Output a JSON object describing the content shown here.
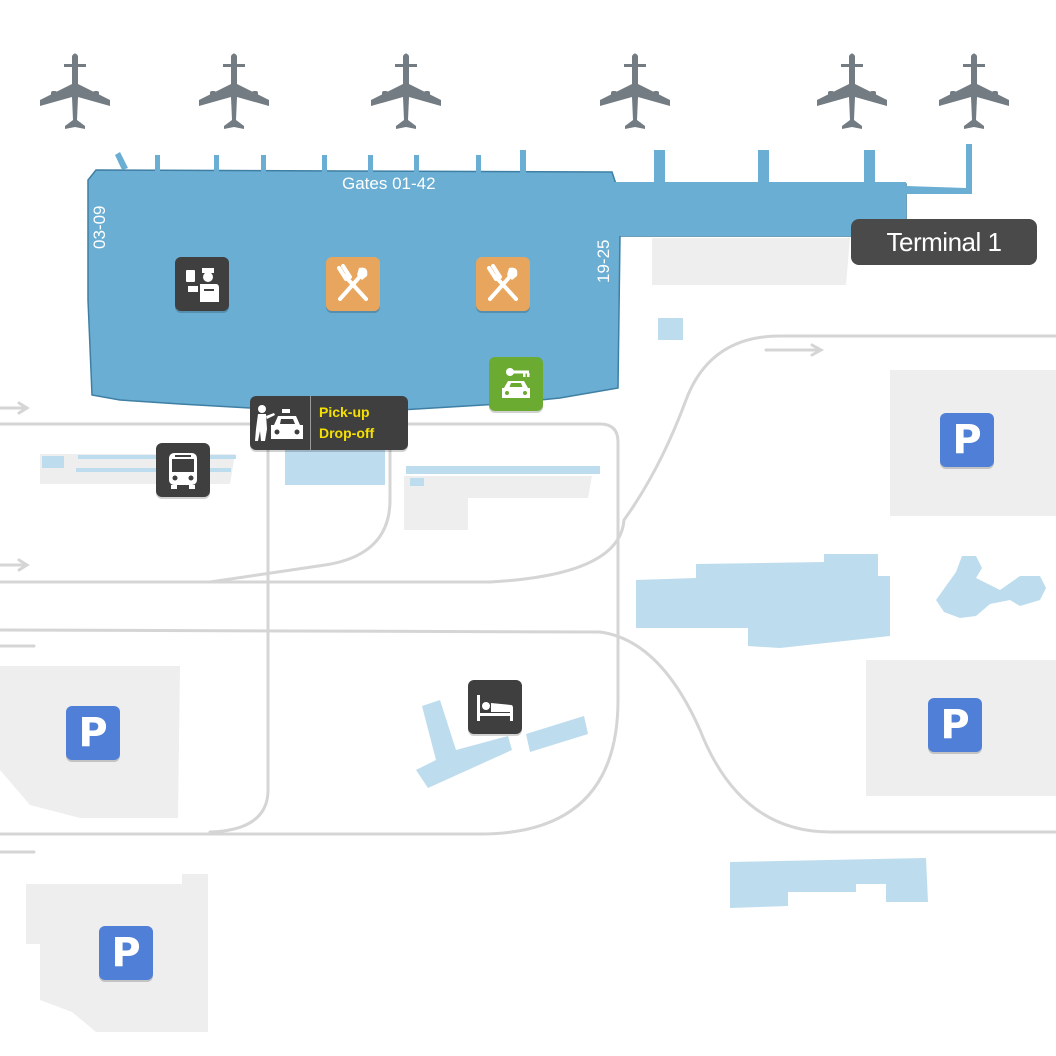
{
  "terminal": {
    "name": "Terminal 1"
  },
  "gates": {
    "main": "Gates 01-42",
    "left": "03-09",
    "right": "19-25"
  },
  "pickup": {
    "line1": "Pick-up",
    "line2": "Drop-off"
  },
  "parking": {
    "label": "P",
    "lots": [
      "P",
      "P",
      "P",
      "P"
    ]
  },
  "icons": {
    "plane": "airplane-icon",
    "customs": "passport-control-icon",
    "restaurant": "restaurant-icon",
    "car_rental": "car-rental-icon",
    "taxi": "taxi-icon",
    "bus": "bus-icon",
    "hotel": "hotel-icon",
    "parking": "parking-icon"
  },
  "colors": {
    "terminal": "#6aaed3",
    "water": "#bddcee",
    "road": "#d5d5d5",
    "ground": "#eeeeee",
    "parking": "#4f7fd6",
    "restaurant": "#e8a55e",
    "car_rental": "#6cab31",
    "dark_icon": "#3f3f3f",
    "plane": "#737c83",
    "pickup_text": "#f6e000"
  }
}
